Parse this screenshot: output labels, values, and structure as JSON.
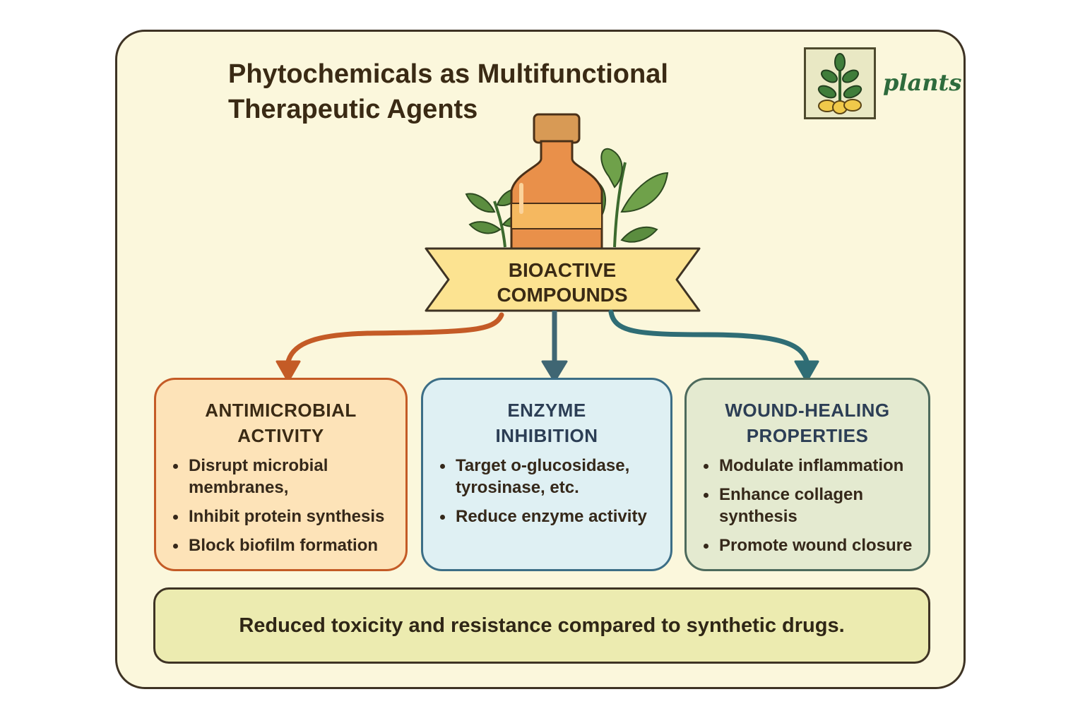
{
  "title": {
    "line1": "Phytochemicals as Multifunctional",
    "line2": "Therapeutic Agents"
  },
  "logo": {
    "text": "plants",
    "icon": "plant-sprout-icon"
  },
  "central": {
    "icon": "herbal-bottle-icon",
    "banner_line1": "BIOACTIVE",
    "banner_line2": "COMPOUNDS"
  },
  "cards": [
    {
      "heading_line1": "ANTIMICROBIAL",
      "heading_line2": "ACTIVITY",
      "items": [
        {
          "line1": "Disrupt microbial",
          "line2": "membranes,"
        },
        {
          "line1": "Inhibit protein synthesis",
          "line2": ""
        },
        {
          "line1": "Block biofilm formation",
          "line2": ""
        }
      ],
      "color": "#c45b26"
    },
    {
      "heading_line1": "ENZYME",
      "heading_line2": "INHIBITION",
      "items": [
        {
          "line1": "Target o-glucosidase,",
          "line2": "tyrosinase, etc."
        },
        {
          "line1": "Reduce enzyme activity",
          "line2": ""
        }
      ],
      "color": "#3c6e86"
    },
    {
      "heading_line1": "WOUND-HEALING",
      "heading_line2": "PROPERTIES",
      "items": [
        {
          "line1": "Modulate inflammation",
          "line2": ""
        },
        {
          "line1": "Enhance collagen",
          "line2": "synthesis"
        },
        {
          "line1": "Promote wound closure",
          "line2": ""
        }
      ],
      "color": "#4d6a5c"
    }
  ],
  "footer": {
    "text": "Reduced toxicity and resistance compared to synthetic drugs."
  }
}
